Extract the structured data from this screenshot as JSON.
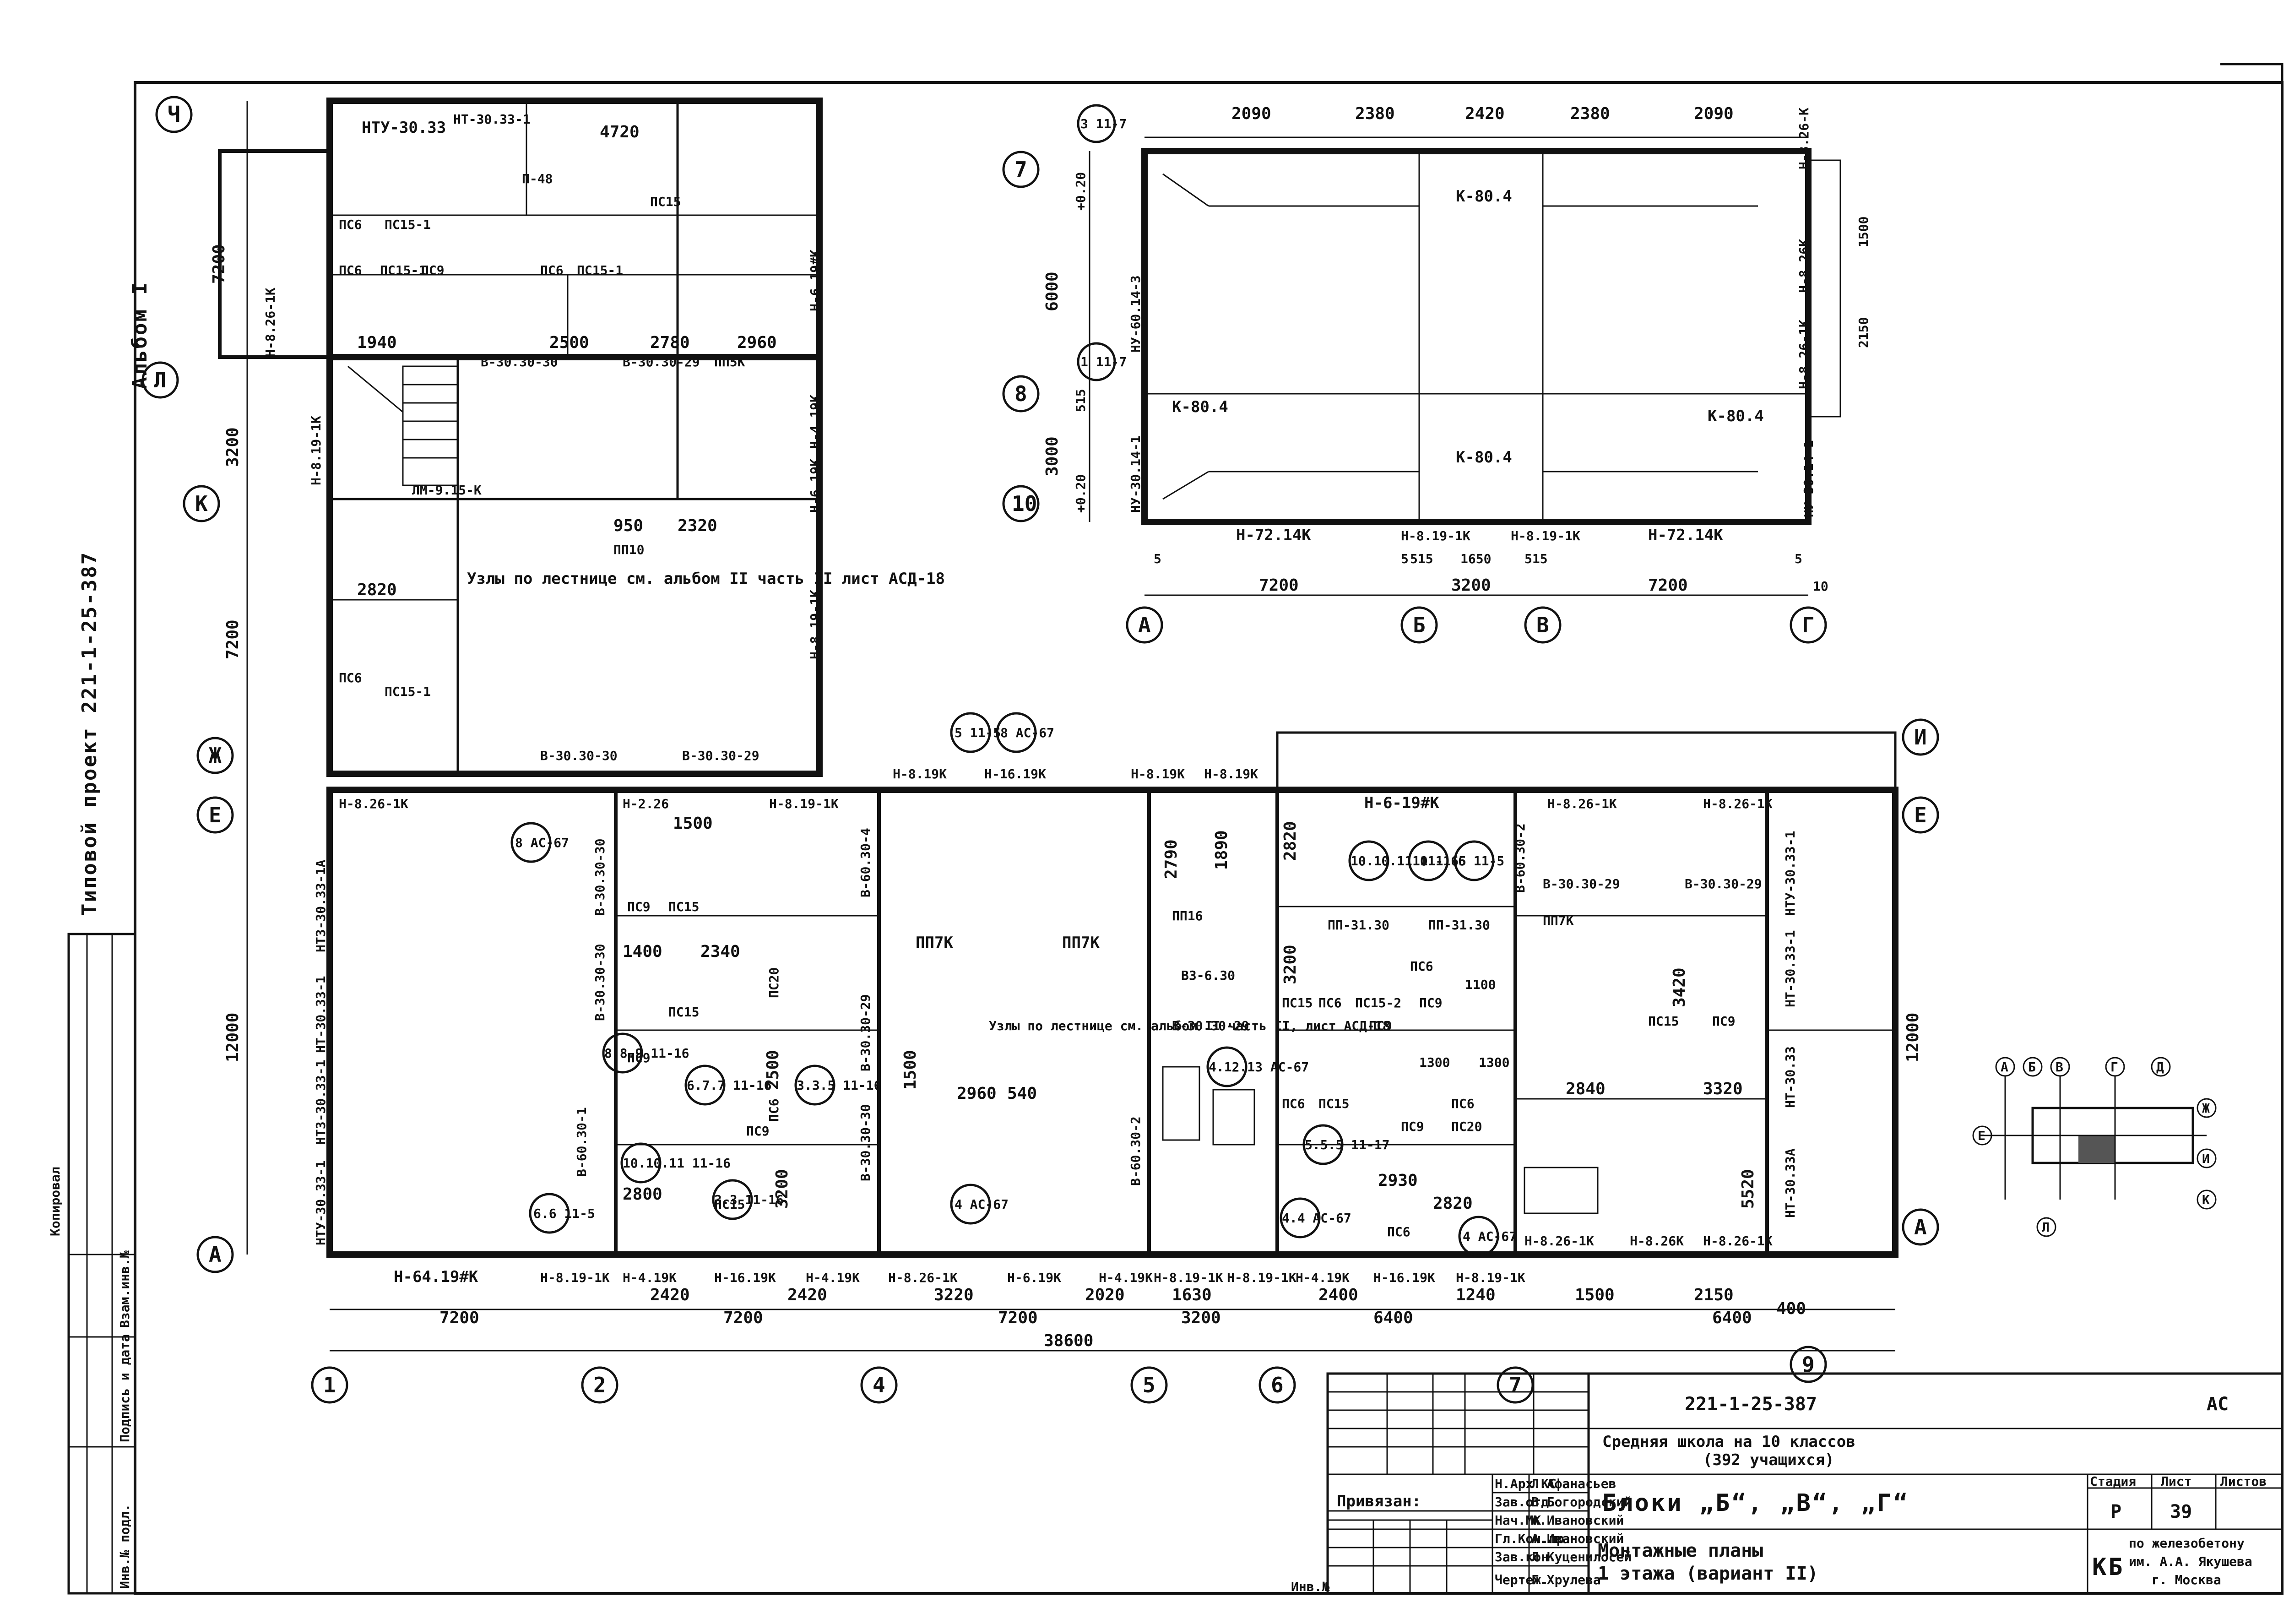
{
  "document": {
    "side_text_top": "Альбом I",
    "side_text_project": "Типовой проект 221-1-25-387",
    "left_strip": {
      "copied": "Копировал",
      "inv": "Инв.№ подл.",
      "sign": "Подпись и дата",
      "replace": "Взам.инв.№"
    }
  },
  "plan_main": {
    "axes_bottom": [
      "1",
      "2",
      "4",
      "5",
      "6",
      "7",
      "9"
    ],
    "axes_left": [
      "Ч",
      "Л",
      "К",
      "Ж",
      "Е",
      "А"
    ],
    "axes_right": [
      "Е",
      "А",
      "И"
    ],
    "dims_bottom_row1": [
      "7200",
      "2420",
      "7200",
      "2420",
      "3220",
      "7200",
      "2020",
      "1630",
      "3200",
      "2400",
      "6400",
      "1240",
      "1500",
      "2150",
      "6400",
      "400"
    ],
    "dims_bottom_total": "38600",
    "dims_left": [
      "7200",
      "3200",
      "7200",
      "12000"
    ],
    "dims_right": [
      "12000"
    ],
    "top_block_labels": [
      "НТУ-30.33",
      "НТ-30.33-1",
      "4720",
      "П-48",
      "ПС6",
      "ПС15-1",
      "ПС15",
      "ПС6",
      "ПС15-1",
      "ПС9",
      "ПС6",
      "ПС15-1",
      "1940",
      "2500",
      "2780",
      "2960",
      "ПП5К",
      "В-30.30-29",
      "В-30.30-30",
      "Н-8.19-1К",
      "Н-8.26-1К",
      "ЛМ-9.15-К",
      "Н-6.19К",
      "Н-4.19К",
      "2320",
      "950",
      "ПП10",
      "2820",
      "ПС15-1",
      "ПС6",
      "В-30.30-30",
      "В-30.30-29",
      "Н-6.19#К",
      "Н-8.19-1К"
    ],
    "note_left": "Узлы по лестнице см. альбом II часть II лист АСД-18",
    "note_center": "Узлы по лестнице см. альбом II часть II, лист АСД-18",
    "lower_labels": [
      "Н-8.26-1К",
      "Н-2.26",
      "1500",
      "Н-8.19-1К",
      "Н-8.19К",
      "Н-16.19К",
      "Н-8.19К",
      "Н-8.19К",
      "Н-6-19#К",
      "Н-8.26-1К",
      "Н-8.26-1К",
      "НТ3-30.33-1А",
      "НТ-30.33-1",
      "НТ3-30.33-1",
      "НТУ-30.33-1",
      "В-30.30-30",
      "В-30.30-30",
      "В-60.30-1",
      "ПС9",
      "ПС15",
      "1400",
      "2340",
      "ПС15",
      "ПС20",
      "2500",
      "ПС9",
      "ПС6",
      "2800",
      "3200",
      "ПС15",
      "ПС9",
      "В-60.30-4",
      "В-30.30-29",
      "В-30.30-30",
      "ПП7К",
      "ПП7К",
      "ПП16",
      "ВЗ-6.30",
      "В-30.30-29",
      "В-60.30-2",
      "2960",
      "540",
      "1500",
      "2790",
      "1890",
      "ПП-31.30",
      "ПП-31.30",
      "2820",
      "3200",
      "ПС15",
      "ПС6",
      "ПС15-2",
      "ПС9",
      "ПС6",
      "1100",
      "ПС9",
      "1300",
      "1300",
      "ПС6",
      "ПС15",
      "ПС6",
      "ПС9",
      "ПС20",
      "2930",
      "2820",
      "ПС6",
      "В-60.30-2",
      "В-30.30-29",
      "В-30.30-29",
      "ПП7К",
      "3420",
      "ПС15",
      "ПС9",
      "2840",
      "3320",
      "5520",
      "НТУ-30.33-1",
      "НТ-30.33-1",
      "НТ-30.33",
      "НТ-30.33А",
      "Н-8.26-1К",
      "Н-8.26К",
      "Н-8.26-1К"
    ],
    "bottom_beam_labels": [
      "Н-64.19#К",
      "Н-8.19-1К",
      "Н-4.19К",
      "Н-16.19К",
      "Н-4.19К",
      "Н-8.26-1К",
      "Н-6.19К",
      "Н-4.19К",
      "Н-8.19-1К",
      "Н-8.19-1К",
      "Н-4.19К",
      "Н-16.19К",
      "Н-8.19-1К"
    ],
    "callouts": [
      "5 11-5",
      "8 АС-67",
      "8 АС-67",
      "6.6 11-5",
      "8.8.9 11-16",
      "6.7.7 11-16",
      "3.3.5 11-16",
      "10.10.11 11-16",
      "3.3 11-16",
      "4 АС-67",
      "4.4 АС-67",
      "5.5.5 11-17",
      "4 АС-67",
      "10.10.11 11-16",
      "10 11-5",
      "6 11-5",
      "4.12.13 АС-67"
    ]
  },
  "plan_upper": {
    "axes_top": [
      "3 11-7"
    ],
    "axes_left": [
      "7",
      "8",
      "10"
    ],
    "axes_bottom": [
      "А",
      "Б",
      "В",
      "Г"
    ],
    "dims_top": [
      "2090",
      "2380",
      "2420",
      "2380",
      "2090"
    ],
    "dims_left": [
      "6000",
      "3000",
      "+0.20",
      "+0.20",
      "515"
    ],
    "dims_bottom": [
      "7200",
      "3200",
      "7200"
    ],
    "dims_bottom_small": [
      "5",
      "5",
      "515",
      "1650",
      "515",
      "5",
      "10"
    ],
    "labels": [
      "К-80.4",
      "К-80.4",
      "К-80.4",
      "К-80.4",
      "НУ-60.14-3",
      "НУ-30.14-1",
      "Н-8.26К",
      "Н-8.26-1К",
      "Н-8.26-К",
      "НУ-30.14-1",
      "Н-72.14К",
      "Н-8.19-1К",
      "Н-8.19-1К",
      "Н-72.14К",
      "1500",
      "2150"
    ],
    "callout": "1 11-7"
  },
  "key_plan": {
    "marks": [
      "А",
      "Б",
      "В",
      "Г",
      "Д",
      "Е",
      "Ж",
      "И",
      "К",
      "Л"
    ]
  },
  "title_block": {
    "code": "221-1-25-387",
    "stage_code": "АС",
    "org_title_line1": "Средняя школа на 10 классов",
    "org_title_line2": "(392 учащихся)",
    "blocks": "Блоки „Б“, „В“, „Г“",
    "drawing_title_line1": "Монтажные планы",
    "drawing_title_line2": "1 этажа (вариант II)",
    "col_stage": "Стадия",
    "col_sheet": "Лист",
    "col_sheets": "Листов",
    "stage_value": "Р",
    "sheet_value": "39",
    "bound": "Привязан:",
    "inv_no": "Инв.№",
    "org_line1": "по железобетону",
    "org_line2": "им. А.А. Якушева",
    "org_line3": "г. Москва",
    "org_mark": "КБ",
    "staff": [
      {
        "role": "Н.Арх.КС",
        "name": "Л.Афанасьев"
      },
      {
        "role": "Зав.отд.",
        "name": "В.Богородский"
      },
      {
        "role": "Нач.МК",
        "name": "А.Ивановский"
      },
      {
        "role": "Гл.Кон.пр.",
        "name": "А.Ивановский"
      },
      {
        "role": "Зав.кон.",
        "name": "Л.Куценилосей"
      },
      {
        "role": "Чертеж.",
        "name": "Г.Хрулева"
      }
    ]
  }
}
